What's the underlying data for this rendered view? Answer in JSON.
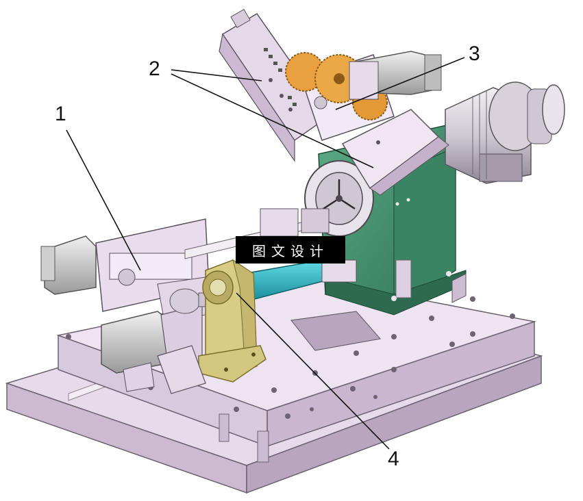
{
  "callouts": {
    "c1": "1",
    "c2": "2",
    "c3": "3",
    "c4": "4"
  },
  "watermark": "图文设计",
  "colors": {
    "frame": "#e6d9ea",
    "frame_edge": "#b9a7c0",
    "motor": "#dcdcdc",
    "green": "#3f8f6d",
    "gear": "#e8a040",
    "cyan": "#2bb8c8",
    "yellow_block": "#d8cc82",
    "leader": "#111111"
  }
}
